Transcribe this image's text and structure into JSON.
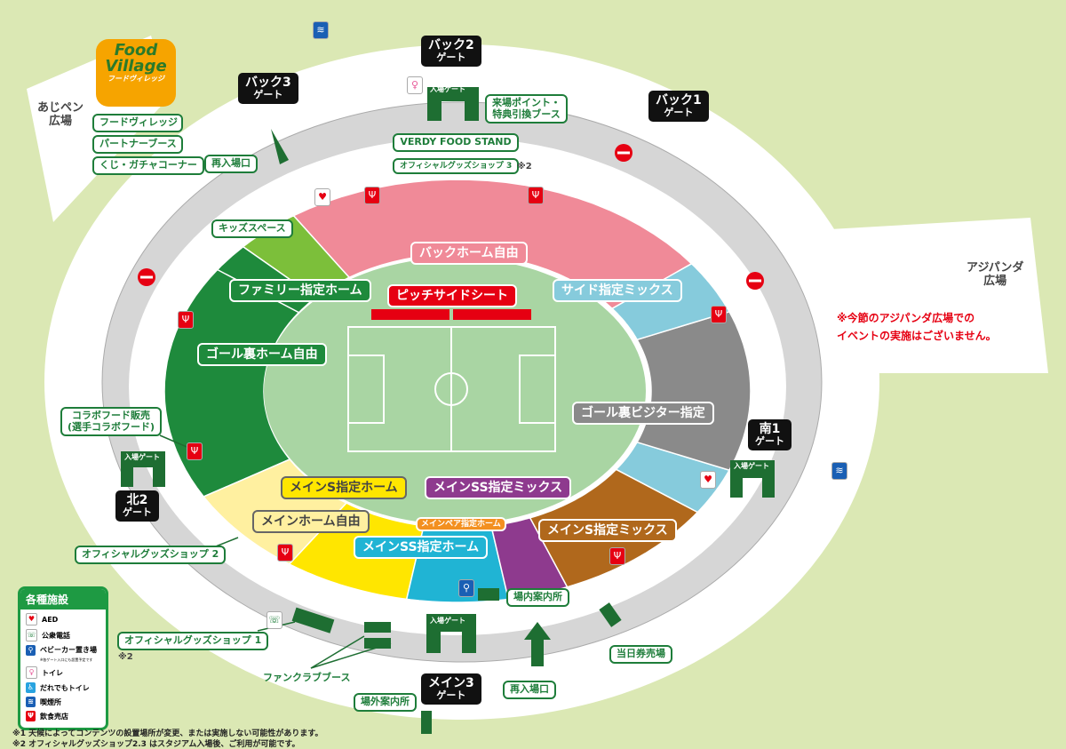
{
  "logo": {
    "text": "Food Village",
    "sub": "フードヴィレッジ"
  },
  "gates": {
    "back2": {
      "name": "バック2",
      "sub": "ゲート"
    },
    "back3": {
      "name": "バック3",
      "sub": "ゲート"
    },
    "back1": {
      "name": "バック1",
      "sub": "ゲート"
    },
    "south1": {
      "name": "南1",
      "sub": "ゲート"
    },
    "north2": {
      "name": "北2",
      "sub": "ゲート"
    },
    "main3": {
      "name": "メイン3",
      "sub": "ゲート"
    },
    "entry_label": "入場ゲート"
  },
  "plazas": {
    "ajipen": "あじペン\n広場",
    "ajipanda": "アジパンダ\n広場"
  },
  "notice": [
    "※今節のアジパンダ広場での",
    "イベントの実施はございません。"
  ],
  "facilities": {
    "food_village": "フードヴィレッジ",
    "partner_booth": "パートナーブース",
    "kuji": "くじ・ガチャコーナー",
    "reentry_top": "再入場口",
    "points_booth": [
      "来場ポイント・",
      "特典引換ブース"
    ],
    "verdy_food": "VERDY FOOD STAND",
    "shop3": "オフィシャルグッズショップ 3",
    "shop3_note": "※2",
    "kids": "キッズスペース",
    "collab_food": [
      "コラボフード販売",
      "(選手コラボフード)"
    ],
    "shop2": "オフィシャルグッズショップ 2",
    "shop1": "オフィシャルグッズショップ 1",
    "shop1_note": "※2",
    "fanclub": "ファンクラブブース",
    "info_inside": "場内案内所",
    "info_outside": "場外案内所",
    "reentry_bottom": "再入場口",
    "day_ticket": "当日券売場"
  },
  "sections": {
    "back_home_free": "バックホーム自由",
    "pitchside": "ピッチサイドシート",
    "side_mix": "サイド指定ミックス",
    "family_home": "ファミリー指定ホーム",
    "goal_home_free": "ゴール裏ホーム自由",
    "goal_visitor": "ゴール裏ビジター指定",
    "main_s_home": "メインS指定ホーム",
    "main_ss_mix": "メインSS指定ミックス",
    "main_home_free": "メインホーム自由",
    "main_pair_home": "メインペア指定ホーム",
    "main_ss_home": "メインSS指定ホーム",
    "main_s_mix": "メインS指定ミックス"
  },
  "legend": {
    "title": "各種施設",
    "items": [
      {
        "icon": "aed-icon",
        "label": "AED"
      },
      {
        "icon": "phone-icon",
        "label": "公衆電話"
      },
      {
        "icon": "stroller-icon",
        "label": "ベビーカー置き場",
        "note": "※各ゲート入口にも設置予定です"
      },
      {
        "icon": "toilet-icon",
        "label": "トイレ"
      },
      {
        "icon": "accessible-toilet-icon",
        "label": "だれでもトイレ"
      },
      {
        "icon": "smoking-icon",
        "label": "喫煙所"
      },
      {
        "icon": "restaurant-icon",
        "label": "飲食売店"
      }
    ]
  },
  "footnotes": [
    "※1 天候によってコンテンツの設置場所が変更、または実施しない可能性があります。",
    "※2 オフィシャルグッズショップ2.3 はスタジアム入場後、ご利用が可能です。"
  ],
  "colors": {
    "home": "#1e8a3c",
    "back": "#f08a98",
    "side": "#86cbdc",
    "visitor": "#8a8a8a",
    "yellow": "#ffe600",
    "lightyellow": "#fff0a0",
    "cyan": "#20b4d4",
    "purple": "#8e3a8e",
    "brown": "#b0681c",
    "orange": "#f39020",
    "pitchside": "#e60012"
  }
}
